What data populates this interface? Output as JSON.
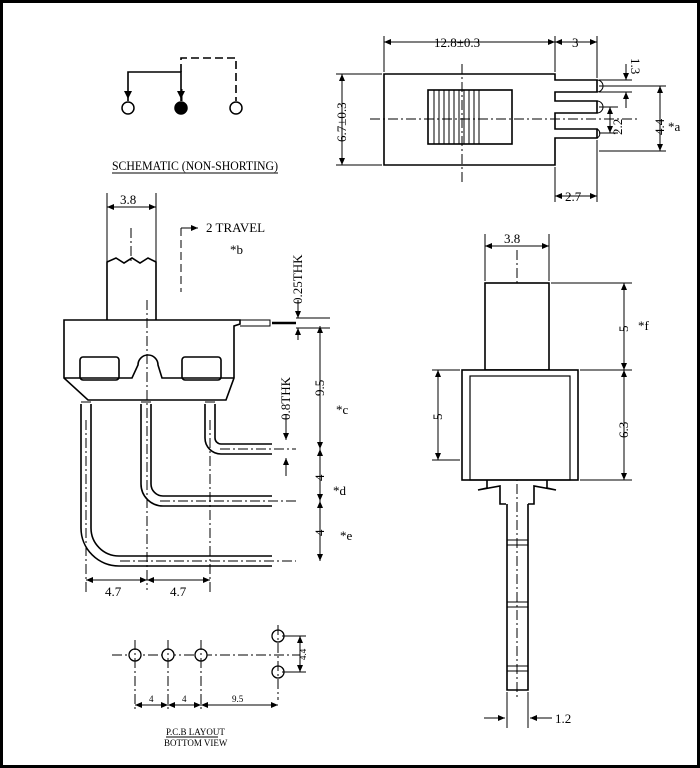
{
  "schematic": {
    "title": "SCHEMATIC (NON-SHORTING)"
  },
  "top_view": {
    "dims": {
      "length": "12.8±0.3",
      "overhang": "3",
      "pin_width": "1.3",
      "height": "6.7±0.3",
      "spacing": "2.2",
      "total": "4.4",
      "pin_length": "2.7"
    },
    "note": "*a"
  },
  "side_view": {
    "dims": {
      "actuator_width": "3.8",
      "travel": "2 TRAVEL",
      "thickness": "0.25THK",
      "depth": "9.5",
      "pin_thk": "0.8THK",
      "offset_d": "4",
      "offset_e": "4",
      "pitch_left": "4.7",
      "pitch_right": "4.7"
    },
    "notes": {
      "b": "*b",
      "c": "*c",
      "d": "*d",
      "e": "*e"
    }
  },
  "front_view": {
    "dims": {
      "actuator_width": "3.8",
      "actuator_height": "5",
      "window": "5",
      "body_height": "6.3",
      "pin_width": "1.2"
    },
    "note": "*f"
  },
  "pcb_layout": {
    "dims": {
      "p1": "4",
      "p2": "4",
      "p3": "9.5",
      "p4": "4.4"
    },
    "title": "P.C.B LAYOUT",
    "subtitle": "BOTTOM VIEW"
  }
}
